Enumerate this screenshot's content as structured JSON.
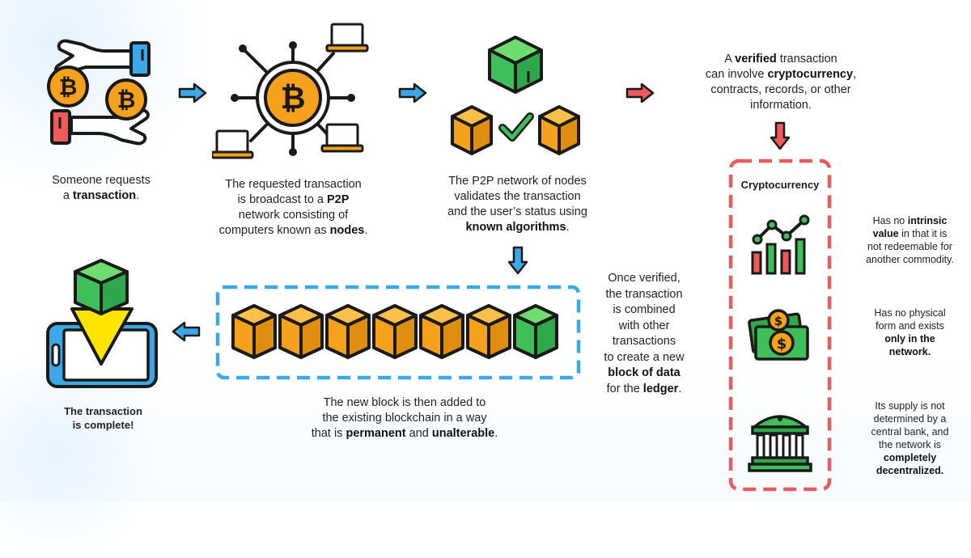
{
  "steps": [
    {
      "pre": "Someone requests",
      "pre2": "a ",
      "bold": "transaction",
      "post": "."
    },
    {
      "l1": "The requested transaction",
      "l2a": "is broadcast to a ",
      "l2b": "P2P",
      "l3": "network consisting of",
      "l4a": "computers known as ",
      "l4b": "nodes",
      "l4c": "."
    },
    {
      "l1": "The P2P network of nodes",
      "l2": "validates the transaction",
      "l3": "and the user’s status using",
      "l4a": "known algorithms",
      "l4b": "."
    },
    {
      "l1a": "A ",
      "l1b": "verified",
      "l1c": " transaction",
      "l2a": "can involve ",
      "l2b": "cryptocurrency",
      "l2c": ",",
      "l3": "contracts, records, or other",
      "l4": "information."
    }
  ],
  "verified_note": {
    "l1": "Once verified,",
    "l2": "the transaction",
    "l3": "is combined",
    "l4": "with other",
    "l5": "transactions",
    "l6": "to create a new",
    "l7": "block of data",
    "l8a": "for the ",
    "l8b": "ledger",
    "l8c": "."
  },
  "block_note": {
    "l1": "The new block is then added to",
    "l2": "the existing blockchain in a way",
    "l3a": "that is ",
    "l3b": "permanent",
    "l3c": " and ",
    "l3d": "unalterable",
    "l3e": "."
  },
  "complete_note": {
    "l1": "The transaction",
    "l2": "is complete!"
  },
  "crypto_panel": {
    "title": "Cryptocurrency",
    "items": [
      {
        "l1a": "Has no ",
        "l1b": "intrinsic",
        "l2a": "value",
        "l2b": " in that it is",
        "l3": "not redeemable for",
        "l4": "another commodity."
      },
      {
        "l1": "Has no physical",
        "l2": "form and exists",
        "l3": "only in the",
        "l4": "network."
      },
      {
        "l1": "Its supply is not",
        "l2": "determined by a",
        "l3": "central bank, and",
        "l4": "the network is",
        "l5": "completely",
        "l6": "decentralized."
      }
    ]
  },
  "colors": {
    "orange": "#f5a11e",
    "green": "#3fbf5a",
    "dark": "#1a1a1a",
    "blue_arrow": "#3ba9e8",
    "red_arrow": "#ef5a5a",
    "blue_dash": "#3ba9e8",
    "red_dash": "#e85c5c"
  },
  "icons": [
    "hands-coins-icon",
    "bitcoin-network-icon",
    "node-validation-icon",
    "phone-block-icon",
    "blockchain-icon",
    "chart-icon",
    "money-icon",
    "bank-icon"
  ]
}
